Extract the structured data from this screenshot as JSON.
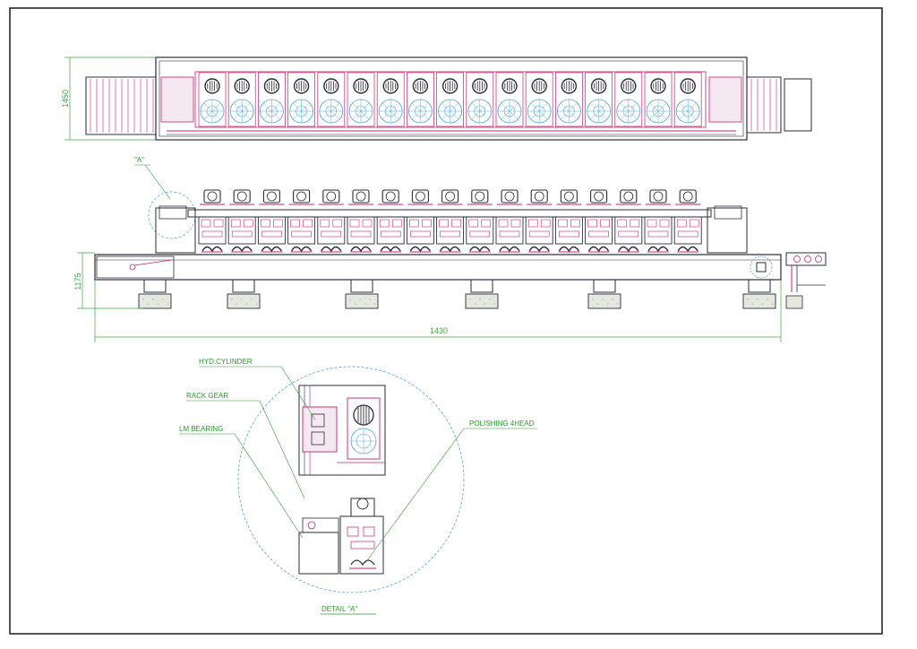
{
  "colors": {
    "frame": "#1a1a1a",
    "outline": "#2b2b3a",
    "head": "#c8216e",
    "motor": "#4ea6d8",
    "dimension": "#3aa83a",
    "label": "#2a9a2a",
    "detail_circle": "#4ea6d8",
    "footing": "#b8c0b0"
  },
  "icons": {
    "head_fan": "fan-grille-icon",
    "motor_wheel": "motor-wheel-icon",
    "footing": "concrete-footing-icon"
  },
  "machine": {
    "head_count": 17,
    "support_count": 6
  },
  "dimensions": {
    "plan_width": "1450",
    "side_height": "1175",
    "overall_length": "1430"
  },
  "labels": {
    "section_marker": "\"A\"",
    "hyd_cylinder": "HYD.CYLINDER",
    "rack_gear": "RACK GEAR",
    "lm_bearing": "LM BEARING",
    "polishing_head": "POLISHING 4HEAD",
    "detail_title": "DETAIL \"A\""
  }
}
